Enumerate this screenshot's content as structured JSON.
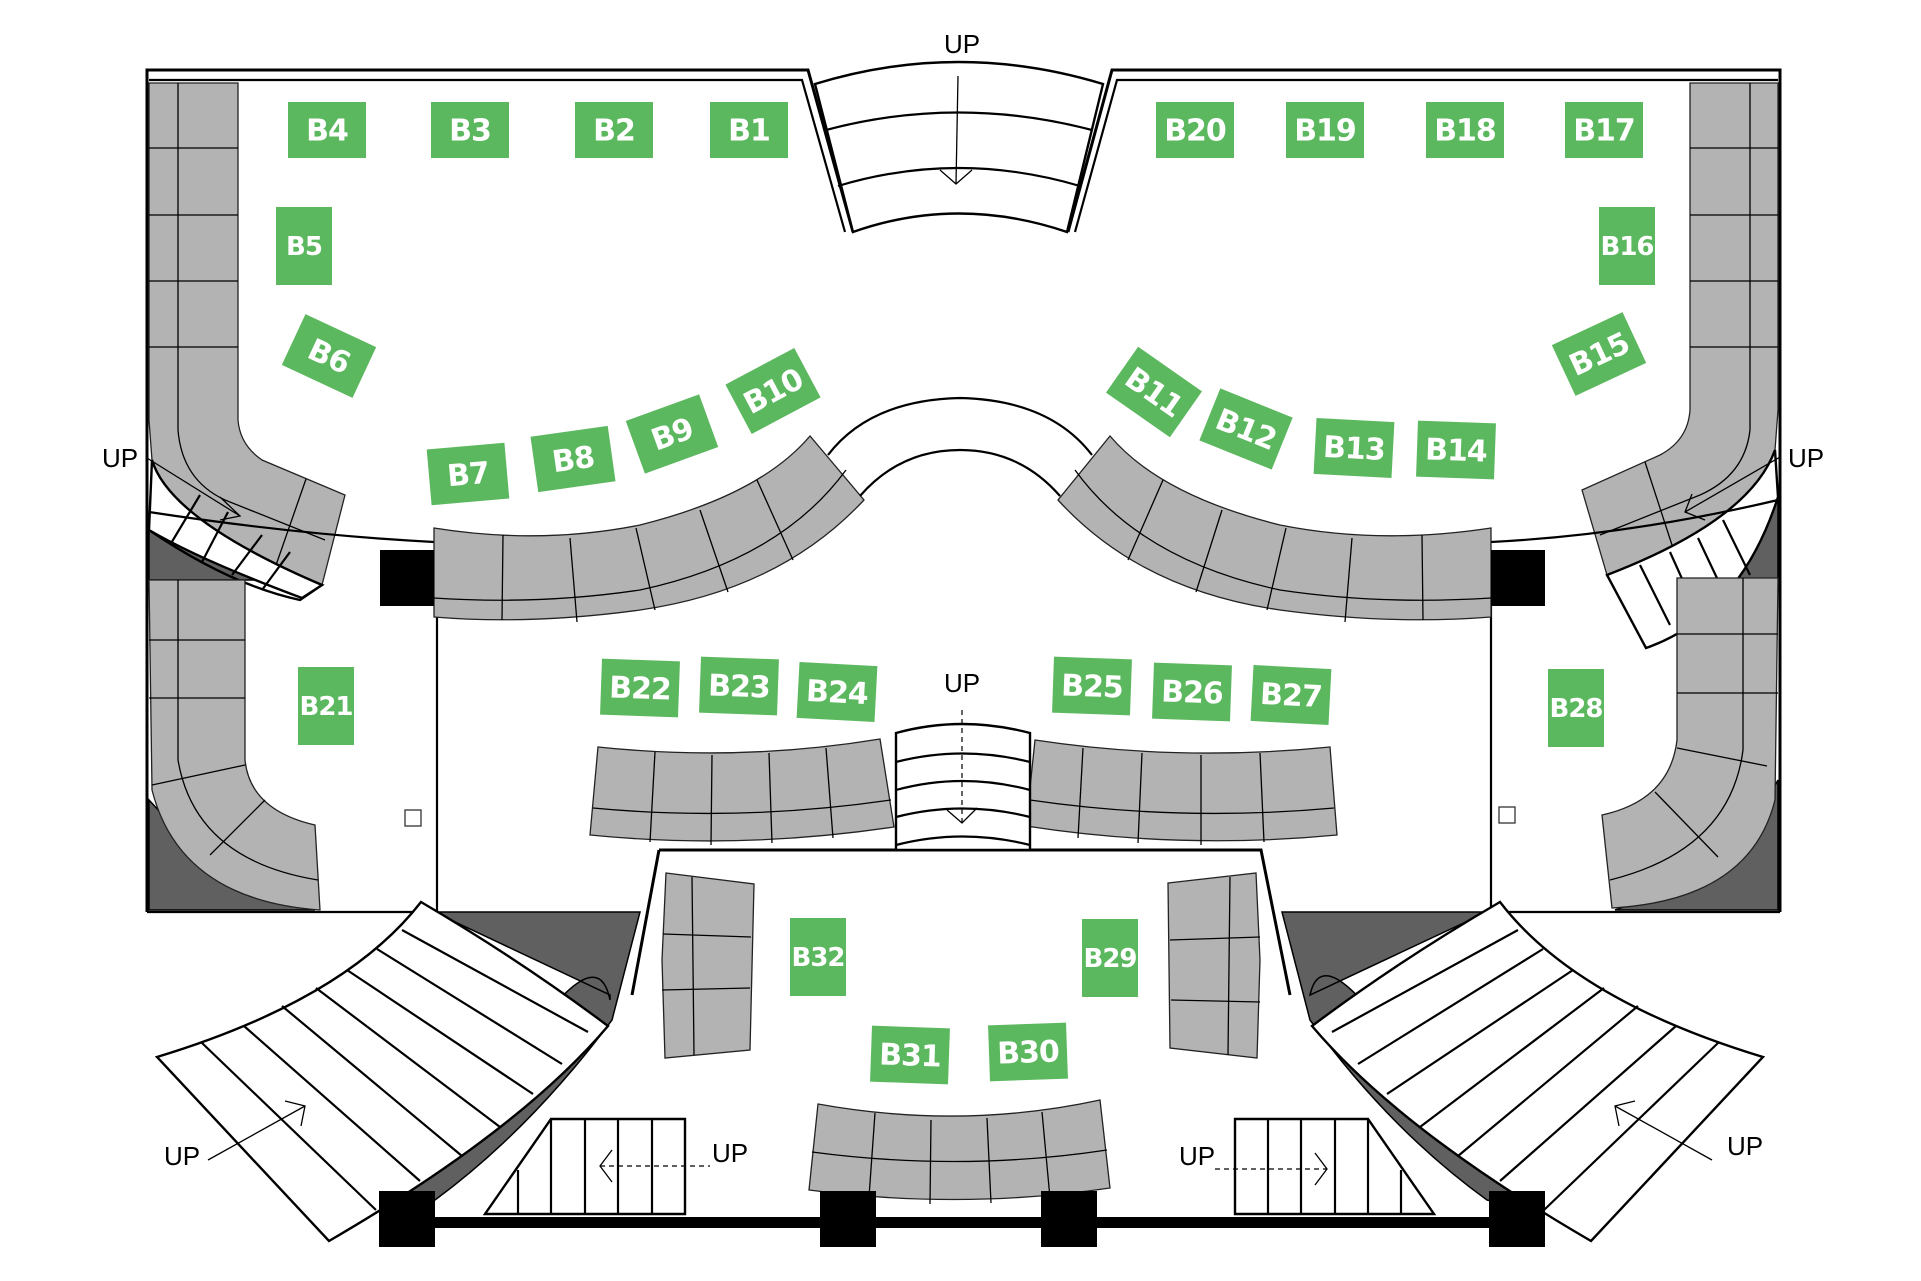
{
  "plan": {
    "title": "Exhibition hall booth layout",
    "booth_color": "#5cb85f",
    "seating_color": "#b3b3b3",
    "shadow_color": "#606060",
    "stair_label": "UP",
    "booths": [
      {
        "id": "B1",
        "label": "B1"
      },
      {
        "id": "B2",
        "label": "B2"
      },
      {
        "id": "B3",
        "label": "B3"
      },
      {
        "id": "B4",
        "label": "B4"
      },
      {
        "id": "B5",
        "label": "B5"
      },
      {
        "id": "B6",
        "label": "B6"
      },
      {
        "id": "B7",
        "label": "B7"
      },
      {
        "id": "B8",
        "label": "B8"
      },
      {
        "id": "B9",
        "label": "B9"
      },
      {
        "id": "B10",
        "label": "B10"
      },
      {
        "id": "B11",
        "label": "B11"
      },
      {
        "id": "B12",
        "label": "B12"
      },
      {
        "id": "B13",
        "label": "B13"
      },
      {
        "id": "B14",
        "label": "B14"
      },
      {
        "id": "B15",
        "label": "B15"
      },
      {
        "id": "B16",
        "label": "B16"
      },
      {
        "id": "B17",
        "label": "B17"
      },
      {
        "id": "B18",
        "label": "B18"
      },
      {
        "id": "B19",
        "label": "B19"
      },
      {
        "id": "B20",
        "label": "B20"
      },
      {
        "id": "B21",
        "label": "B21"
      },
      {
        "id": "B22",
        "label": "B22"
      },
      {
        "id": "B23",
        "label": "B23"
      },
      {
        "id": "B24",
        "label": "B24"
      },
      {
        "id": "B25",
        "label": "B25"
      },
      {
        "id": "B26",
        "label": "B26"
      },
      {
        "id": "B27",
        "label": "B27"
      },
      {
        "id": "B28",
        "label": "B28"
      },
      {
        "id": "B29",
        "label": "B29"
      },
      {
        "id": "B30",
        "label": "B30"
      },
      {
        "id": "B31",
        "label": "B31"
      },
      {
        "id": "B32",
        "label": "B32"
      }
    ],
    "stairs": [
      {
        "id": "top-center",
        "label": "UP"
      },
      {
        "id": "left-upper",
        "label": "UP"
      },
      {
        "id": "right-upper",
        "label": "UP"
      },
      {
        "id": "center-middle",
        "label": "UP"
      },
      {
        "id": "bottom-left-wide",
        "label": "UP"
      },
      {
        "id": "bottom-left-small",
        "label": "UP"
      },
      {
        "id": "bottom-right-small",
        "label": "UP"
      },
      {
        "id": "bottom-right-wide",
        "label": "UP"
      }
    ]
  }
}
